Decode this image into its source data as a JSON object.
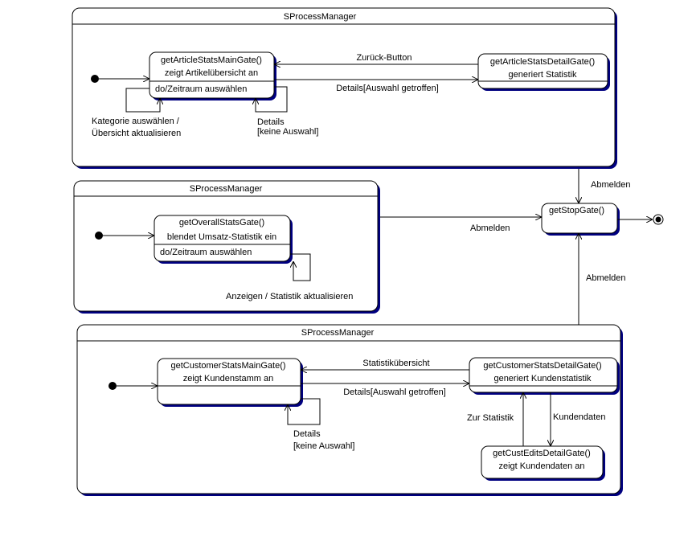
{
  "colors": {
    "shadow": "#000080",
    "line": "#000000",
    "background": "#ffffff"
  },
  "composite_1": {
    "title": "SProcessManager"
  },
  "composite_2": {
    "title": "SProcessManager"
  },
  "composite_3": {
    "title": "SProcessManager"
  },
  "states": {
    "article_main": {
      "line1": "getArticleStatsMainGate()",
      "line2": "zeigt Artikelübersicht an",
      "activity": "do/Zeitraum auswählen"
    },
    "article_detail": {
      "line1": "getArticleStatsDetailGate()",
      "line2": "generiert Statistik"
    },
    "overall": {
      "line1": "getOverallStatsGate()",
      "line2": "blendet Umsatz-Statistik ein",
      "activity": "do/Zeitraum auswählen"
    },
    "stop": {
      "line1": "getStopGate()"
    },
    "customer_main": {
      "line1": "getCustomerStatsMainGate()",
      "line2": "zeigt Kundenstamm an"
    },
    "customer_detail": {
      "line1": "getCustomerStatsDetailGate()",
      "line2": "generiert Kundenstatistik"
    },
    "cust_edits": {
      "line1": "getCustEditsDetailGate()",
      "line2": "zeigt Kundendaten an"
    }
  },
  "transitions": {
    "zurueck_button": "Zurück-Button",
    "details_auswahl_1": "Details[Auswahl getroffen]",
    "kategorie_line1": "Kategorie auswählen /",
    "kategorie_line2": "Übersicht  aktualisieren",
    "details_keine_1_line1": "Details",
    "details_keine_1_line2": "[keine Auswahl]",
    "abmelden_1": "Abmelden",
    "abmelden_2": "Abmelden",
    "abmelden_3": "Abmelden",
    "anzeigen_aktualisieren": "Anzeigen / Statistik aktualisieren",
    "statistikuebersicht": "Statistikübersicht",
    "details_auswahl_2": "Details[Auswahl getroffen]",
    "details_keine_2_line1": "Details",
    "details_keine_2_line2": "[keine Auswahl]",
    "zur_statistik": "Zur Statistik",
    "kundendaten": "Kundendaten"
  }
}
